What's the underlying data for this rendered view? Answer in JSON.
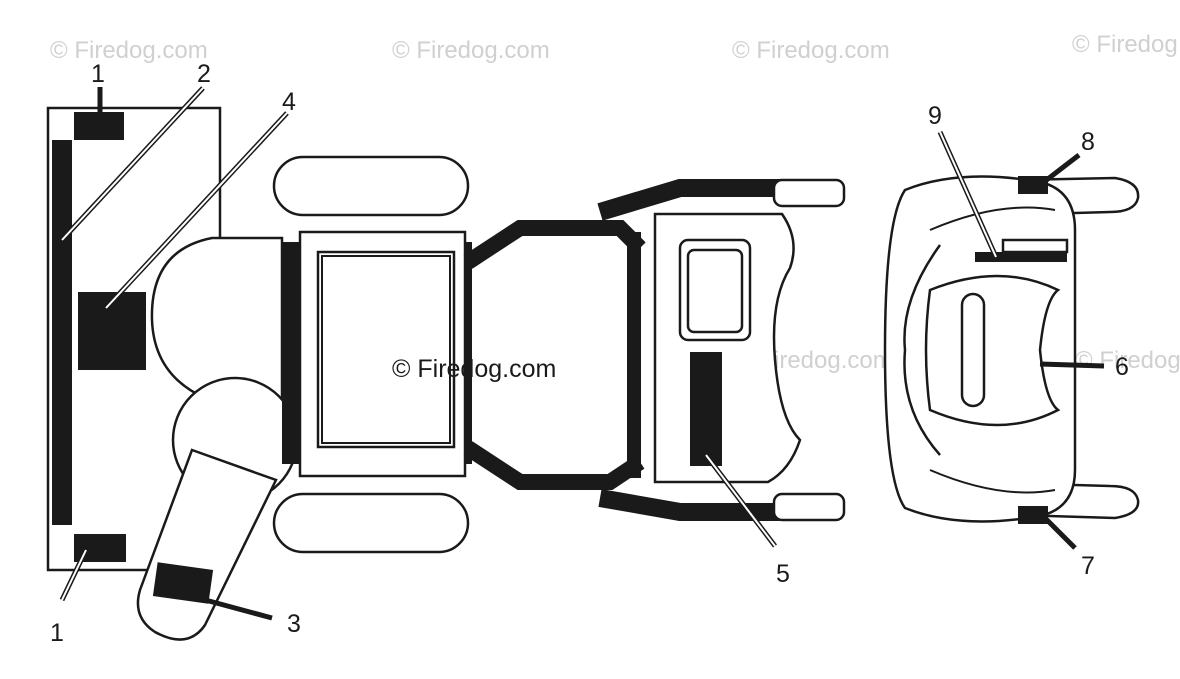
{
  "watermark": {
    "text": "© Firedog.com",
    "center_text": "© Firedog.com"
  },
  "callouts": [
    {
      "id": "1a",
      "label": "1"
    },
    {
      "id": "2",
      "label": "2"
    },
    {
      "id": "4",
      "label": "4"
    },
    {
      "id": "9",
      "label": "9"
    },
    {
      "id": "8",
      "label": "8"
    },
    {
      "id": "6",
      "label": "6"
    },
    {
      "id": "5",
      "label": "5"
    },
    {
      "id": "7",
      "label": "7"
    },
    {
      "id": "3",
      "label": "3"
    },
    {
      "id": "1b",
      "label": "1"
    }
  ],
  "colors": {
    "ink": "#1a1a1a",
    "paper": "#ffffff",
    "watermark": "#d0d0d0"
  }
}
